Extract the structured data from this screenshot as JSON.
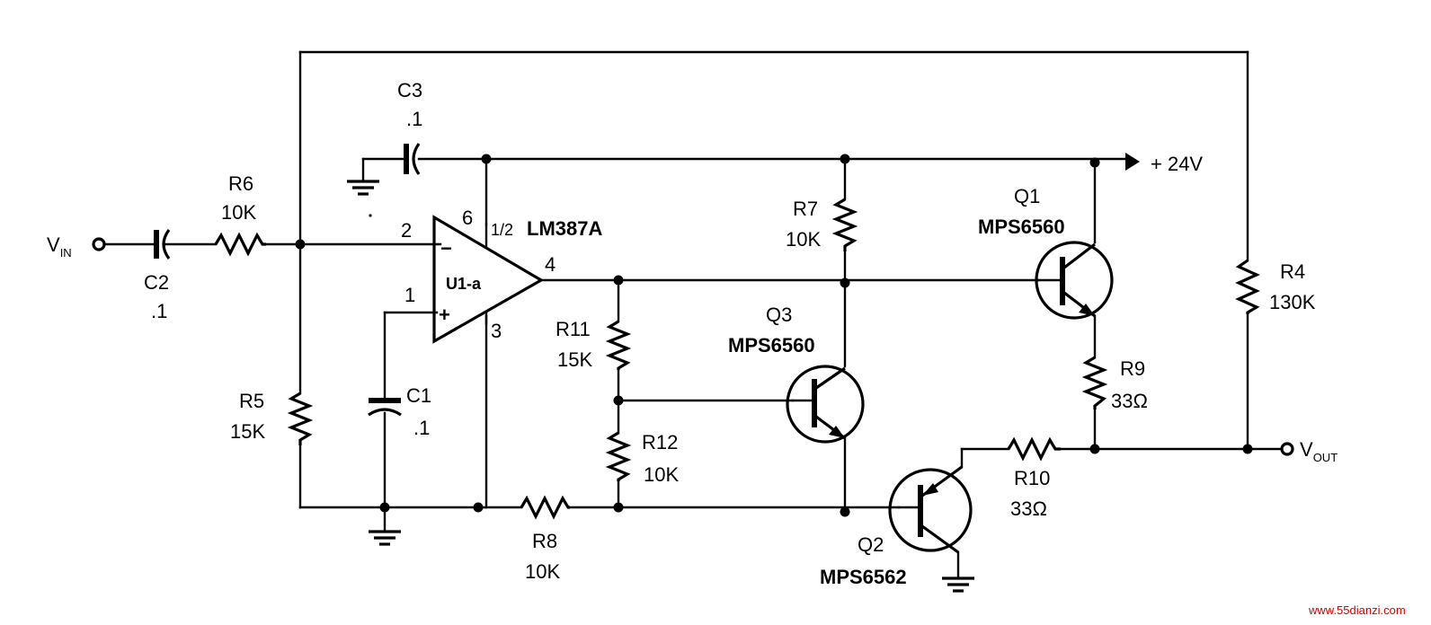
{
  "nodes": {
    "vin": {
      "main": "V",
      "sub": "IN"
    },
    "vout": {
      "main": "V",
      "sub": "OUT"
    },
    "supply": "+ 24V"
  },
  "opamp": {
    "ref": "U1-a",
    "part_prefix": "1/2",
    "part": "LM387A",
    "pin_inv": "2",
    "pin_noninv": "1",
    "pin_out": "4",
    "pin_vcc": "6",
    "pin_gnd": "3",
    "inv_symbol": "−",
    "noninv_symbol": "+"
  },
  "capacitors": {
    "c1": {
      "ref": "C1",
      "value": ".1"
    },
    "c2": {
      "ref": "C2",
      "value": ".1"
    },
    "c3": {
      "ref": "C3",
      "value": ".1"
    }
  },
  "resistors": {
    "r4": {
      "ref": "R4",
      "value": "130K"
    },
    "r5": {
      "ref": "R5",
      "value": "15K"
    },
    "r6": {
      "ref": "R6",
      "value": "10K"
    },
    "r7": {
      "ref": "R7",
      "value": "10K"
    },
    "r8": {
      "ref": "R8",
      "value": "10K"
    },
    "r9": {
      "ref": "R9",
      "value": "33Ω"
    },
    "r10": {
      "ref": "R10",
      "value": "33Ω"
    },
    "r11": {
      "ref": "R11",
      "value": "15K"
    },
    "r12": {
      "ref": "R12",
      "value": "10K"
    }
  },
  "transistors": {
    "q1": {
      "ref": "Q1",
      "part": "MPS6560"
    },
    "q2": {
      "ref": "Q2",
      "part": "MPS6562"
    },
    "q3": {
      "ref": "Q3",
      "part": "MPS6560"
    }
  },
  "watermark": "www.55dianzi.com"
}
